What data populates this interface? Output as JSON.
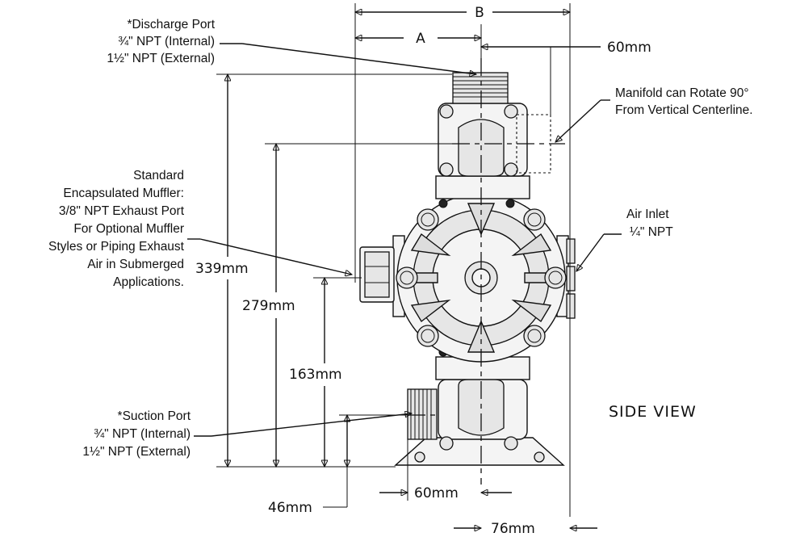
{
  "labels": {
    "discharge": [
      "*Discharge Port",
      "¾\" NPT (Internal)",
      "1½\" NPT (External)"
    ],
    "manifold": [
      "Manifold can Rotate 90°",
      "From Vertical Centerline."
    ],
    "muffler": [
      "Standard",
      "Encapsulated Muffler:",
      "3/8\" NPT Exhaust Port",
      "For Optional Muffler",
      "Styles or Piping Exhaust",
      "Air in Submerged",
      "Applications."
    ],
    "air_inlet": [
      "Air Inlet",
      "¼\" NPT"
    ],
    "suction": [
      "*Suction Port",
      "¾\" NPT (Internal)",
      "1½\" NPT (External)"
    ]
  },
  "dimensions": {
    "a": "A",
    "b": "B",
    "top_60": "60mm",
    "h_339": "339mm",
    "h_279": "279mm",
    "h_163": "163mm",
    "h_46": "46mm",
    "bottom_60": "60mm",
    "bottom_76": "76mm"
  },
  "view_title": "SIDE VIEW"
}
